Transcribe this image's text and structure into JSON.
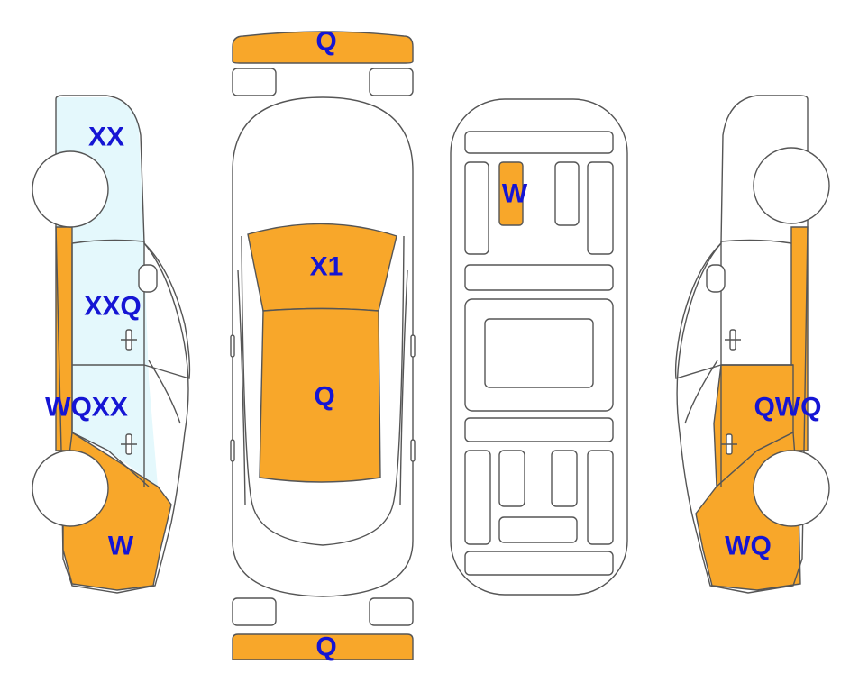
{
  "colors": {
    "damage_fill": "#F8A72A",
    "paint_fill": "#E4F8FC",
    "outline": "#555555",
    "label": "#1515D4",
    "background": "#FFFFFF"
  },
  "labels": {
    "front_bumper": "Q",
    "rear_bumper": "Q",
    "hood": "X1",
    "roof": "Q",
    "underbody_panel": "W",
    "left_front_fender": "XX",
    "left_front_door": "XXQ",
    "left_rocker_rear_door": "WQXX",
    "left_rear_quarter": "W",
    "right_rear_door": "QWQ",
    "right_rear_quarter": "WQ"
  }
}
